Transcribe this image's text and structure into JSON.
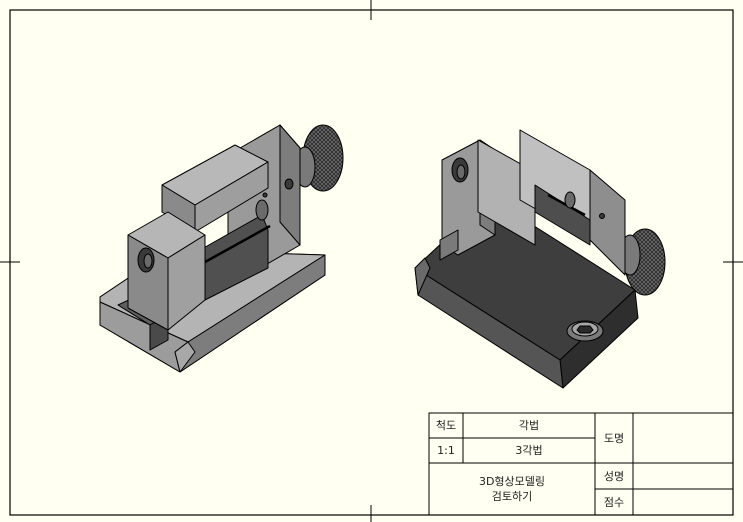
{
  "title_block": {
    "scale_label": "척도",
    "scale_value": "1:1",
    "projection_label": "각법",
    "projection_value": "3각법",
    "drawing_name_label": "도명",
    "drawing_title": "3D형상모델링\n검토하기",
    "name_label": "성명",
    "score_label": "점수",
    "drawing_name_value": "",
    "name_value": "",
    "score_value": ""
  },
  "colors": {
    "paper": "#fffff2",
    "line": "#000000",
    "part_light": "#b4b4b4",
    "part_mid": "#8e8e8e",
    "part_dark": "#5e5e5e",
    "part_darkest": "#3e3e3e"
  }
}
